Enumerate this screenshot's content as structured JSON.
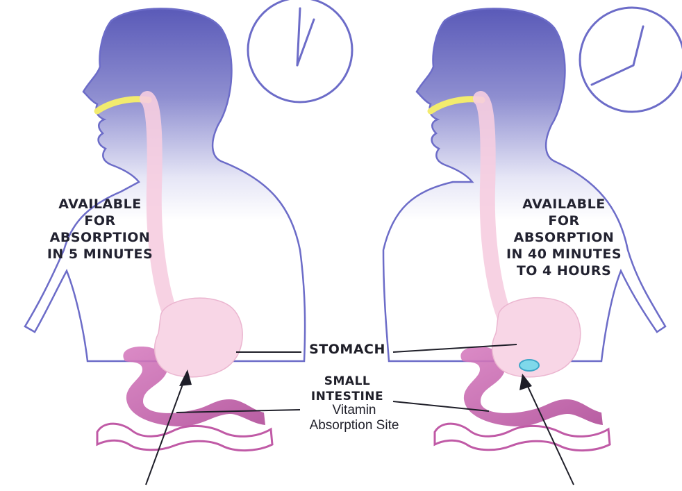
{
  "headings": {
    "left": "",
    "right": ""
  },
  "left_panel": {
    "availability": [
      "AVAILABLE",
      "FOR",
      "ABSORPTION",
      "IN 5 MINUTES"
    ]
  },
  "right_panel": {
    "availability": [
      "AVAILABLE",
      "FOR",
      "ABSORPTION",
      "IN  40 MINUTES",
      "TO 4 HOURS"
    ]
  },
  "labels": {
    "stomach": "STOMACH",
    "small_intestine": [
      "SMALL",
      "INTESTINE"
    ],
    "vitamin_site": [
      "Vitamin",
      "Absorption Site"
    ]
  },
  "clocks": {
    "left": {
      "hour_hand": "12:00",
      "minute_hand_minutes": 5
    },
    "right": {
      "description": "hands ≈ 12:40"
    }
  },
  "colors": {
    "body_top": "#6f6fc0",
    "body_bottom": "#ffffff",
    "outline": "#6c6cc8",
    "esophagus": "#f6cde0",
    "intestine": "#c25ea8",
    "mouth_highlight": "#f2eb6e",
    "tablet": "#7fd8ea",
    "text": "#222230"
  }
}
